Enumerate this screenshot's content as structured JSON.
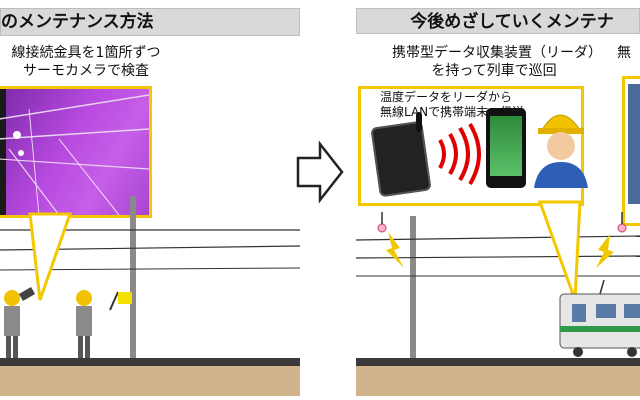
{
  "left_panel": {
    "title": "のメンテナンス方法",
    "caption_line1": "線接続金具を1箇所ずつ",
    "caption_line2": "サーモカメラで検査"
  },
  "right_panel": {
    "title": "今後めざしていくメンテナ",
    "caption_line1": "携帯型データ収集装置（リーダ）",
    "caption_line2": "を持って列車で巡回",
    "caption_partial": "無",
    "note_line1": "温度データをリーダから",
    "note_line2": "無線LANで携帯端末へ伝送"
  },
  "colors": {
    "callout_border": "#f3c800",
    "thermal_photo": "#b84ae0",
    "wireless_waves": "#e00000",
    "train_stripe": "#2e9a4a",
    "ground": "#d2b48c"
  },
  "icons": [
    "thermal-camera-photo",
    "data-reader-device",
    "wireless-waves",
    "smartphone",
    "worker-avatar",
    "train",
    "utility-pole",
    "sensor-spark",
    "flag"
  ]
}
